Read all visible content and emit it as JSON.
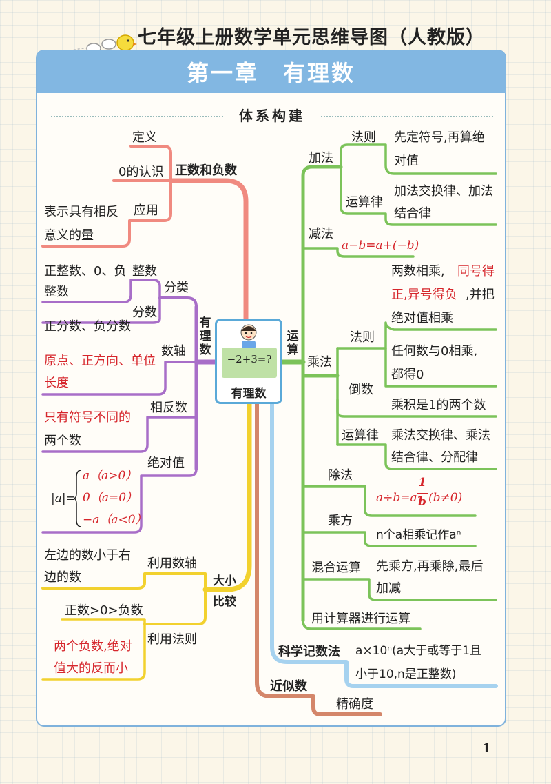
{
  "title": "七年级上册数学单元思维导图（人教版）",
  "chapter": "第一章　有理数",
  "section": "体系构建",
  "center": {
    "equation": "−2+3=?",
    "label": "有理数"
  },
  "positive_negative": {
    "title": "正数和负数",
    "definition": "定义",
    "zero": "0的认识",
    "application": "应用",
    "application_desc": [
      "表示具有相反",
      "意义的量"
    ]
  },
  "rational": {
    "title": "有理数",
    "classification": "分类",
    "integer": "整数",
    "integer_desc": [
      "正整数、0、负",
      "整数"
    ],
    "fraction": "分数",
    "fraction_desc": "正分数、负分数",
    "number_line": "数轴",
    "number_line_desc": [
      "原点、正方向、单位",
      "长度"
    ],
    "opposite": "相反数",
    "opposite_desc": [
      "只有符号不同的",
      "两个数"
    ],
    "absolute": "绝对值",
    "absolute_formula": {
      "lhs": "|a|=",
      "l1": "a（a>0）",
      "l2": "0（a=0）",
      "l3": "−a（a<0）"
    }
  },
  "compare": {
    "title": "大小比较",
    "number_line": "利用数轴",
    "number_line_desc": [
      "左边的数小于右",
      "边的数"
    ],
    "rule": "利用法则",
    "rule_desc1": "正数>0>负数",
    "rule_desc2": [
      "两个负数,绝对",
      "值大的反而小"
    ]
  },
  "operations": {
    "title": "运算",
    "addition": "加法",
    "add_rule": "法则",
    "add_rule_desc": [
      "先定符号,再算绝",
      "对值"
    ],
    "add_law": "运算律",
    "add_law_desc": [
      "加法交换律、加法",
      "结合律"
    ],
    "subtraction": "减法",
    "sub_formula": "a−b=a+(−b)",
    "multiplication": "乘法",
    "mul_rule": "法则",
    "mul_rule_desc_a": "两数相乘,",
    "mul_rule_desc_b": "同号得",
    "mul_rule_desc_c": "正,异号得负",
    "mul_rule_desc_d": ",并把",
    "mul_rule_desc_e": "绝对值相乘",
    "mul_zero": [
      "任何数与0相乘,",
      "都得0"
    ],
    "reciprocal": "倒数",
    "reciprocal_desc": "乘积是1的两个数",
    "mul_law": "运算律",
    "mul_law_desc": [
      "乘法交换律、乘法",
      "结合律、分配律"
    ],
    "division": "除法",
    "div_formula_a": "a÷b=a·",
    "div_formula_num": "1",
    "div_formula_den": "b",
    "div_formula_b": "(b≠0)",
    "power": "乘方",
    "power_desc": "n个a相乘记作aⁿ",
    "mixed": "混合运算",
    "mixed_desc": [
      "先乘方,再乘除,最后",
      "加减"
    ],
    "calculator": "用计算器进行运算"
  },
  "scientific": {
    "title": "科学记数法",
    "desc": [
      "a×10ⁿ(a大于或等于1且",
      "小于10,n是正整数)"
    ]
  },
  "approx": {
    "title": "近似数",
    "accuracy": "精确度"
  },
  "page_number": "1",
  "colors": {
    "red_branch": "#f08a80",
    "purple_branch": "#a86ec8",
    "yellow_branch": "#f2d12e",
    "green_branch": "#7cc35a",
    "blue_branch": "#a6d2ef",
    "brown_branch": "#d4866a",
    "banner": "#82b7e2",
    "emphasis_red": "#d6262c"
  }
}
